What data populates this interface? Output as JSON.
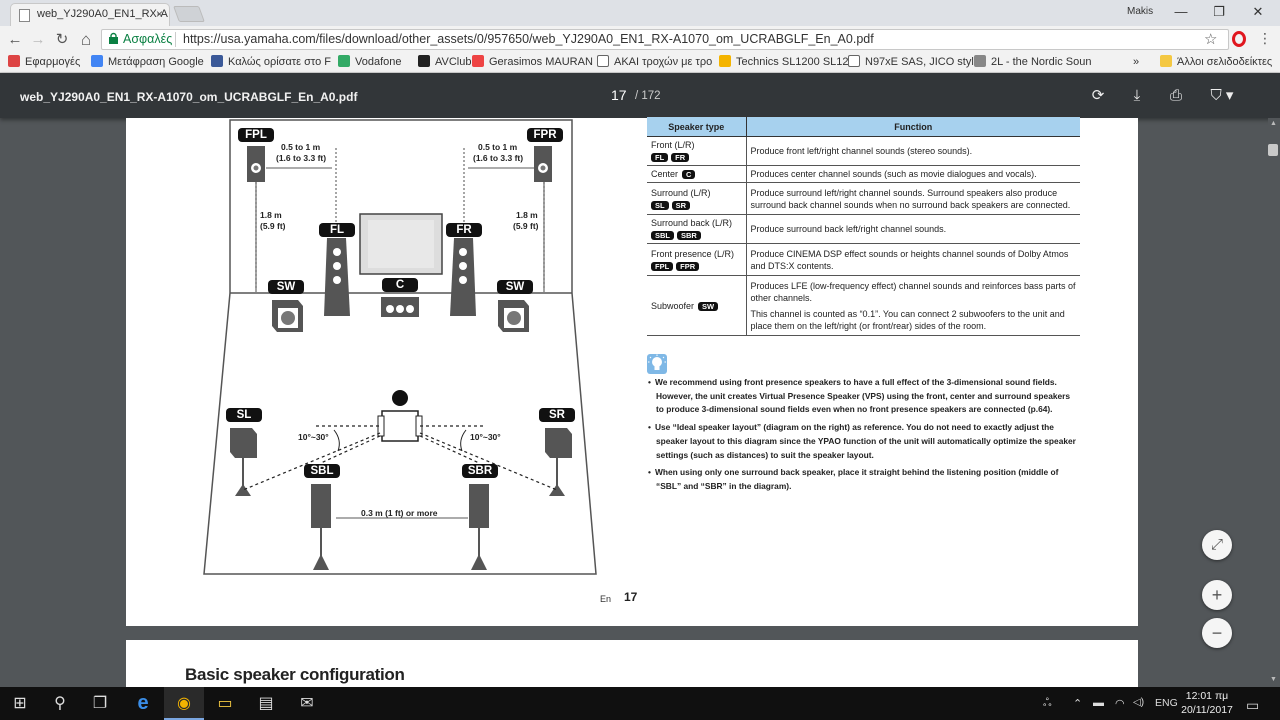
{
  "browser": {
    "tab_title": "web_YJ290A0_EN1_RX-A",
    "tab_close": "×",
    "profile_name": "Makis",
    "window_controls": {
      "minimize": "—",
      "maximize": "❐",
      "close": "✕"
    },
    "nav": {
      "back": "←",
      "forward": "→",
      "reload": "↻",
      "home": "⌂"
    },
    "secure_label": "Ασφαλές",
    "url": "https://usa.yamaha.com/files/download/other_assets/0/957650/web_YJ290A0_EN1_RX-A1070_om_UCRABGLF_En_A0.pdf",
    "star": "☆",
    "menu": "⋮",
    "bookmarks": [
      {
        "label": "Εφαρμογές",
        "icon": "apps-icon",
        "color": "#d44"
      },
      {
        "label": "Μετάφραση Google",
        "icon": "translate-icon",
        "color": "#4285f4"
      },
      {
        "label": "Καλώς ορίσατε στο F",
        "icon": "facebook-icon",
        "color": "#3b5998"
      },
      {
        "label": "Vodafone",
        "icon": "vodafone-icon",
        "color": "#3a6"
      },
      {
        "label": "AVClub",
        "icon": "avclub-icon",
        "color": "#222"
      },
      {
        "label": "Gerasimos MAURAN",
        "icon": "gerasimos-icon",
        "color": "#e44"
      },
      {
        "label": "AKAI τροχών με τρο",
        "icon": "page-icon",
        "color": "#fff"
      },
      {
        "label": "Technics SL1200 SL12",
        "icon": "music-icon",
        "color": "#f4b400"
      },
      {
        "label": "N97xE SAS, JICO styl",
        "icon": "page-icon",
        "color": "#fff"
      },
      {
        "label": "2L - the Nordic Soun",
        "icon": "2l-icon",
        "color": "#888"
      }
    ],
    "bookmarks_more": "»",
    "other_bookmarks": "Άλλοι σελιδοδείκτες"
  },
  "pdf": {
    "filename": "web_YJ290A0_EN1_RX-A1070_om_UCRABGLF_En_A0.pdf",
    "current_page": "17",
    "total_pages": "/ 172",
    "icons": {
      "rotate": "⟳",
      "download": "⤓",
      "print": "⎙",
      "bookmark": "⛉ ▾"
    }
  },
  "diagram": {
    "labels": {
      "fpl": "FPL",
      "fpr": "FPR",
      "fl": "FL",
      "fr": "FR",
      "c": "C",
      "sw_left": "SW",
      "sw_right": "SW",
      "sl": "SL",
      "sr": "SR",
      "sbl": "SBL",
      "sbr": "SBR"
    },
    "dist_left_1": "0.5 to 1 m",
    "dist_left_2": "(1.6 to 3.3 ft)",
    "dist_right_1": "0.5 to 1 m",
    "dist_right_2": "(1.6 to 3.3 ft)",
    "height_left_1": "1.8 m",
    "height_left_2": "(5.9 ft)",
    "height_right_1": "1.8 m",
    "height_right_2": "(5.9 ft)",
    "angle_left": "10°~30°",
    "angle_right": "10°~30°",
    "back_distance": "0.3 m (1 ft) or more"
  },
  "table": {
    "header_type": "Speaker type",
    "header_function": "Function",
    "rows": [
      {
        "type": "Front (L/R)",
        "tags": [
          "FL",
          "FR"
        ],
        "function": "Produce front left/right channel sounds (stereo sounds)."
      },
      {
        "type": "Center",
        "tags": [
          "C"
        ],
        "function": "Produces center channel sounds (such as movie dialogues and vocals)."
      },
      {
        "type": "Surround (L/R)",
        "tags": [
          "SL",
          "SR"
        ],
        "function": "Produce surround left/right channel sounds. Surround speakers also produce surround back channel sounds when no surround back speakers are connected."
      },
      {
        "type": "Surround back (L/R)",
        "tags": [
          "SBL",
          "SBR"
        ],
        "function": "Produce surround back left/right channel sounds."
      },
      {
        "type": "Front presence (L/R)",
        "tags": [
          "FPL",
          "FPR"
        ],
        "function": "Produce CINEMA DSP effect sounds or heights channel sounds of Dolby Atmos and DTS:X contents."
      },
      {
        "type": "Subwoofer",
        "tags": [
          "SW"
        ],
        "function": "Produces LFE (low-frequency effect) channel sounds and reinforces bass parts of other channels.",
        "function2": "This channel is counted as “0.1”. You can connect 2 subwoofers to the unit and place them on the left/right (or front/rear) sides of the room."
      }
    ]
  },
  "hints": [
    "We recommend using front presence speakers to have a full effect of the 3-dimensional sound fields. However, the unit creates Virtual Presence Speaker (VPS) using the front, center and surround speakers to produce 3-dimensional sound fields even when no front presence speakers are connected (p.64).",
    "Use “Ideal speaker layout” (diagram on the right) as reference. You do not need to exactly adjust the speaker layout to this diagram since the YPAO function of the unit will automatically optimize the speaker settings (such as distances) to suit the speaker layout.",
    "When using only one surround back speaker, place it straight behind the listening position (middle of “SBL” and “SBR” in the diagram)."
  ],
  "bullet": "•",
  "footer_lang": "En",
  "footer_page": "17",
  "page2_title": "Basic speaker configuration",
  "fab": {
    "fit": "⤢",
    "zoom_in": "+",
    "zoom_out": "−"
  },
  "scroll": {
    "up": "▲",
    "down": "▼"
  },
  "taskbar": {
    "start": "⊞",
    "search": "⚲",
    "taskview": "❐",
    "edge": "e",
    "chrome": "◉",
    "explorer": "▭",
    "store": "▤",
    "mail": "✉",
    "tray_person": "ஃ",
    "tray_up": "⌃",
    "tray_battery": "▬",
    "tray_wifi": "◠",
    "tray_volume": "◁)",
    "lang": "ENG",
    "time": "12:01 πμ",
    "date": "20/11/2017",
    "notif": "▭"
  }
}
